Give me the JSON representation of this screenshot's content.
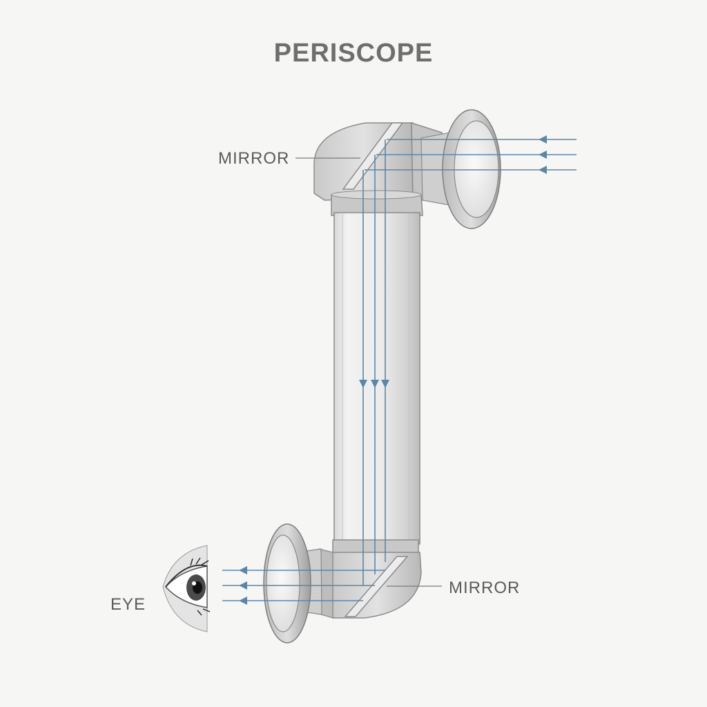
{
  "diagram": {
    "title": "PERISCOPE",
    "labels": {
      "top_mirror": "MIRROR",
      "bottom_mirror": "MIRROR",
      "eye": "EYE"
    },
    "colors": {
      "background": "#f6f6f5",
      "light_ray": "#5b86a8",
      "tube_outline": "#8a8a8a",
      "text": "#5a5a5a"
    }
  }
}
